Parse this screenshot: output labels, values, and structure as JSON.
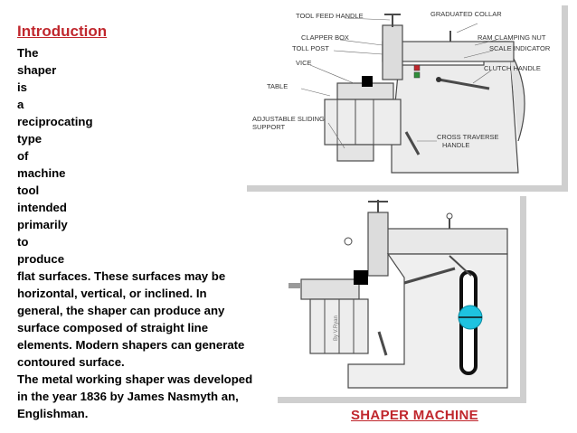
{
  "title": "Introduction",
  "body_lines": [
    "The",
    "shaper",
    "is",
    "a",
    "reciprocating",
    "type",
    "of",
    "machine",
    "tool",
    "intended",
    "primarily",
    "to",
    "produce",
    "flat surfaces. These surfaces may be",
    "horizontal, vertical, or inclined. In",
    "general, the shaper can produce any",
    "surface composed of straight line",
    "elements. Modern shapers can generate",
    "contoured surface.",
    "The metal working shaper was developed",
    "in the year 1836 by James Nasmyth an,",
    "Englishman."
  ],
  "caption": "SHAPER  MACHINE",
  "diagram1_labels": {
    "tool_feed_handle": "TOOL FEED HANDLE",
    "graduated_collar": "GRADUATED COLLAR",
    "clapper_box": "CLAPPER BOX",
    "toll_post": "TOLL POST",
    "ram_clamping_nut": "RAM CLAMPING NUT",
    "scale_indicator": "SCALE INDICATOR",
    "vice": "VICE",
    "table": "TABLE",
    "clutch_handle": "CLUTCH HANDLE",
    "adjustable_sliding_support_1": "ADJUSTABLE SLIDING",
    "adjustable_sliding_support_2": "SUPPORT",
    "cross_traverse_1": "CROSS TRAVERSE",
    "cross_traverse_2": "HANDLE"
  },
  "diagram2_labels": {
    "credit": "By V.Ryan"
  },
  "colors": {
    "accent": "#c0272d",
    "machine_fill": "#e9e9e9",
    "machine_stroke": "#4a4a4a",
    "highlight": "#1ec3e0"
  }
}
